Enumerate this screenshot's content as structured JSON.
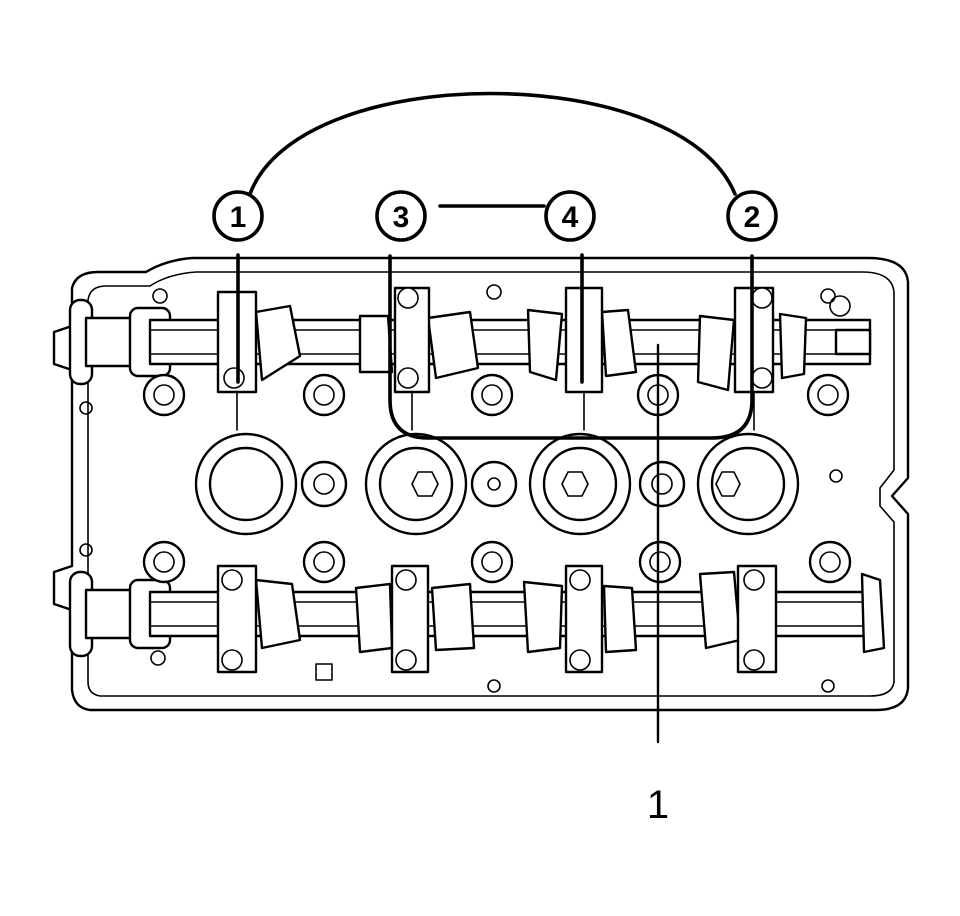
{
  "callouts": [
    {
      "id": "c1",
      "label": "1"
    },
    {
      "id": "c2",
      "label": "2"
    },
    {
      "id": "c3",
      "label": "3"
    },
    {
      "id": "c4",
      "label": "4"
    }
  ],
  "part_label": "1"
}
